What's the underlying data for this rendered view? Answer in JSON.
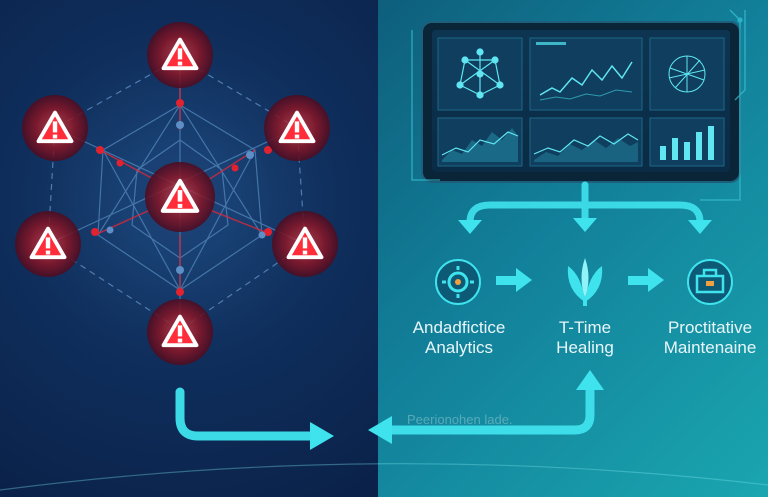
{
  "steps": [
    {
      "line1": "Andadficticе",
      "line2": "Analytics"
    },
    {
      "line1": "T-Time",
      "line2": "Healing"
    },
    {
      "line1": "Proctitative",
      "line2": "Maintenaine"
    }
  ],
  "faded_caption": "Peerionohen lade.",
  "colors": {
    "left_bg": "#0f2e5c",
    "right_bg": "#12809a",
    "alert_red": "#e3222f",
    "accent_cyan": "#3fe3ee"
  },
  "icons": [
    "warning-icon",
    "network-icon",
    "line-chart-icon",
    "bar-chart-icon",
    "gear-icon",
    "leaf-icon",
    "toolbox-icon",
    "arrow-icon"
  ]
}
